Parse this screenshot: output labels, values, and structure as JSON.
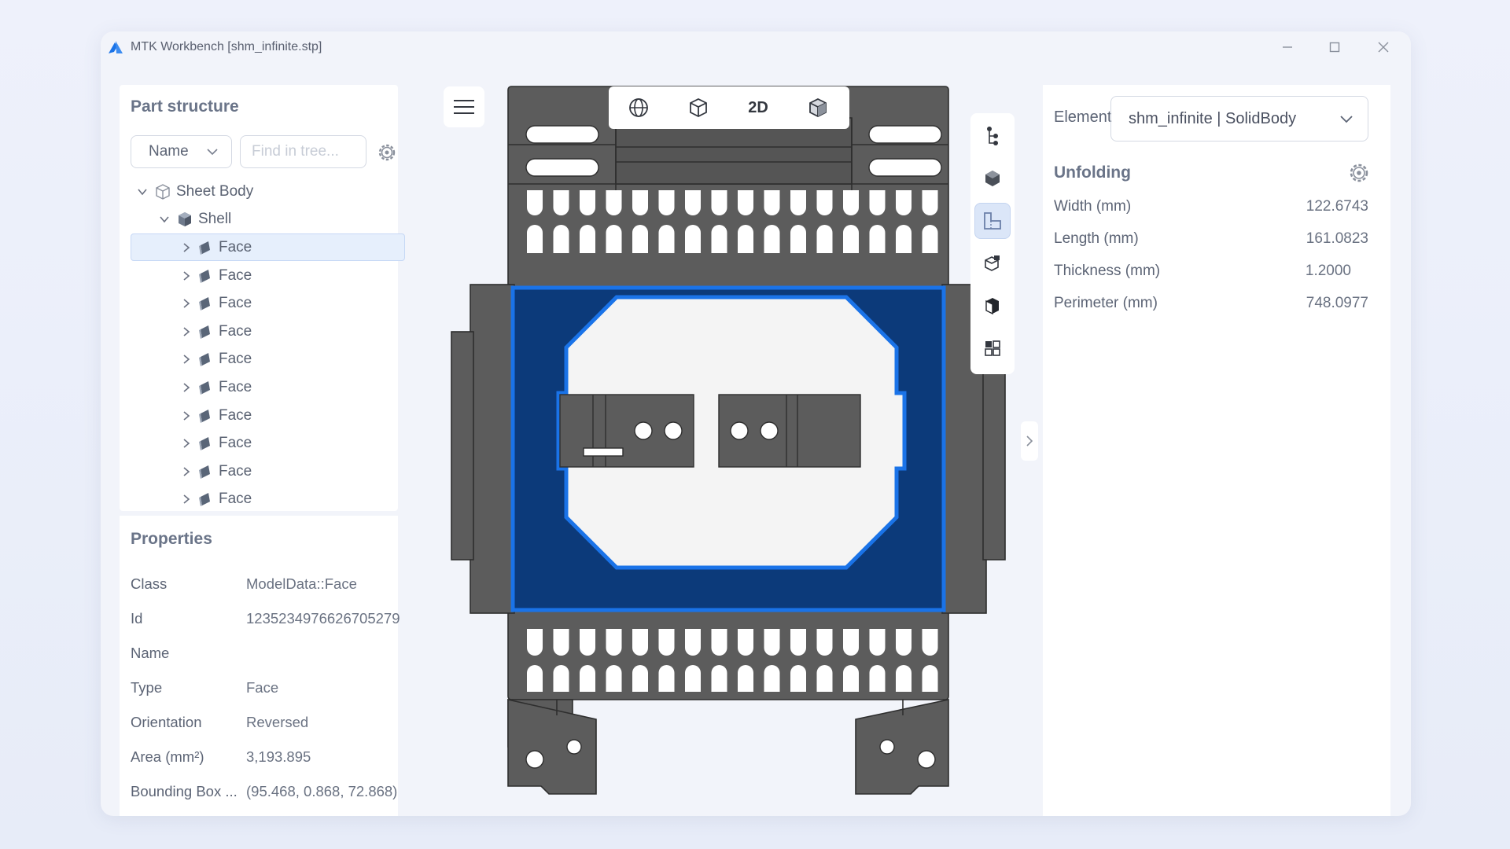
{
  "window": {
    "title": "MTK Workbench [shm_infinite.stp]"
  },
  "part_structure": {
    "title": "Part structure",
    "filter_label": "Name",
    "search_placeholder": "Find in tree...",
    "tree": {
      "root": "Sheet Body",
      "shell": "Shell",
      "faces": [
        "Face",
        "Face",
        "Face",
        "Face",
        "Face",
        "Face",
        "Face",
        "Face",
        "Face",
        "Face"
      ]
    }
  },
  "properties": {
    "title": "Properties",
    "rows": [
      {
        "key": "Class",
        "value": "ModelData::Face"
      },
      {
        "key": "Id",
        "value": "1235234976626705279"
      },
      {
        "key": "Name",
        "value": ""
      },
      {
        "key": "Type",
        "value": "Face"
      },
      {
        "key": "Orientation",
        "value": "Reversed"
      },
      {
        "key": "Area (mm²)",
        "value": "3,193.895"
      },
      {
        "key": "Bounding Box ...",
        "value": "(95.468, 0.868, 72.868)"
      }
    ]
  },
  "view_toolbar": {
    "mode_2d": "2D"
  },
  "element": {
    "label": "Element",
    "selected": "shm_infinite | SolidBody"
  },
  "unfolding": {
    "title": "Unfolding",
    "rows": [
      {
        "key": "Width (mm)",
        "value": "122.6743"
      },
      {
        "key": "Length (mm)",
        "value": "161.0823"
      },
      {
        "key": "Thickness (mm)",
        "value": "1.2000"
      },
      {
        "key": "Perimeter (mm)",
        "value": "748.0977"
      }
    ]
  },
  "colors": {
    "accent": "#1a73e8",
    "selected_face": "#0c3a7a",
    "sheet_metal": "#5c5c5c"
  }
}
